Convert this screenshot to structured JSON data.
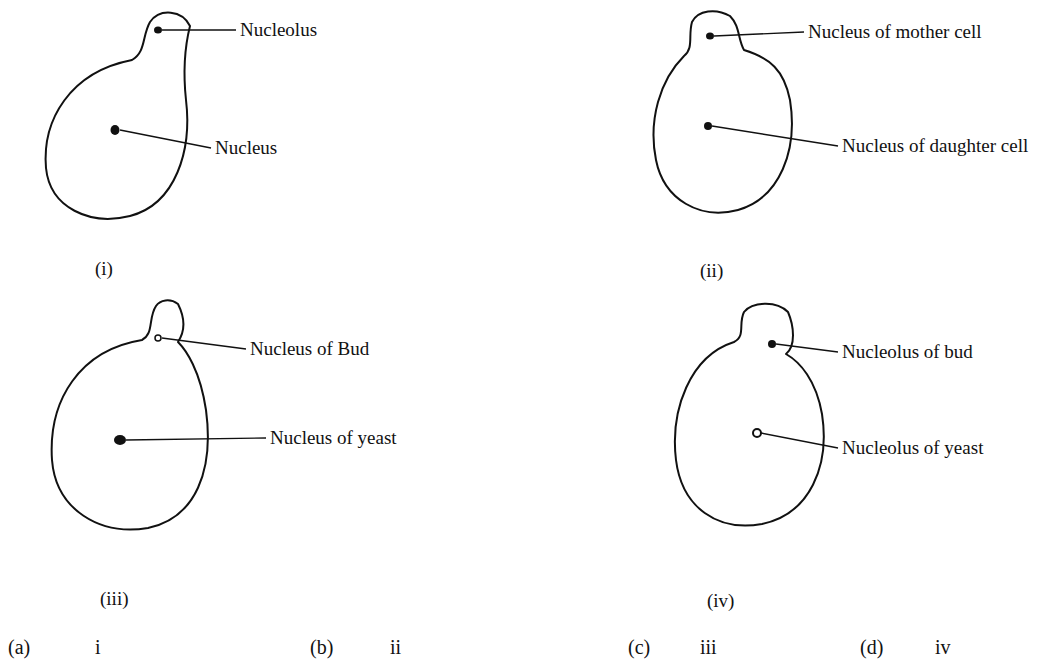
{
  "diagram": {
    "labels": [
      "Nucleolus",
      "Nucleus",
      "(i)",
      "Nucleus of mother cell",
      "Nucleus of daughter cell",
      "(ii)",
      "Nucleus of Bud",
      "Nucleus of yeast",
      "(iii)",
      "Nucleolus of bud",
      "Nucleolus of yeast",
      "(iv)",
      "(a)",
      "i",
      "(b)",
      "ii",
      "(c)",
      "iii",
      "(d)",
      "iv"
    ]
  }
}
